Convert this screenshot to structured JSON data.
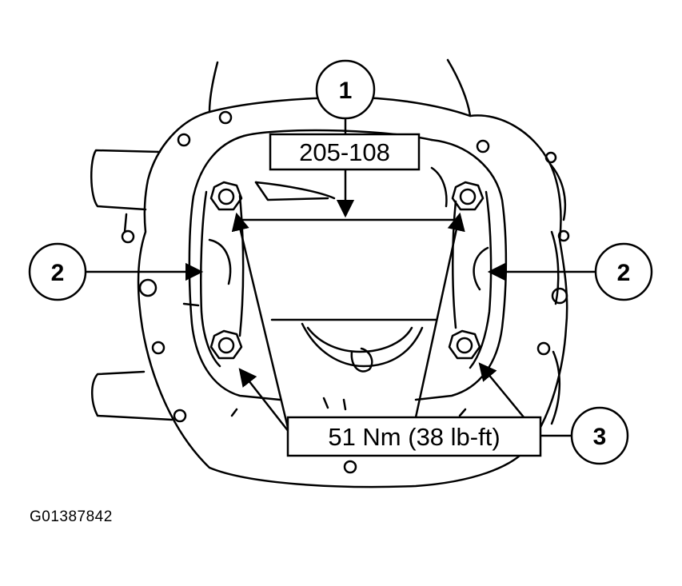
{
  "callouts": {
    "c1": "1",
    "c2_left": "2",
    "c2_right": "2",
    "c3": "3"
  },
  "labels": {
    "tool_number": "205-108",
    "torque_spec": "51 Nm (38 lb-ft)"
  },
  "figure_id": "G01387842",
  "colors": {
    "line": "#000000",
    "background": "#ffffff"
  }
}
